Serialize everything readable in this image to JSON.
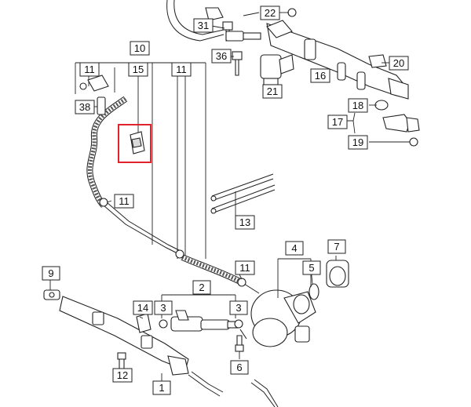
{
  "callouts": {
    "c1": "1",
    "c2": "2",
    "c3a": "3",
    "c3b": "3",
    "c4": "4",
    "c5": "5",
    "c6": "6",
    "c7": "7",
    "c9": "9",
    "c10": "10",
    "c11a": "11",
    "c11b": "11",
    "c11c": "11",
    "c11d": "11",
    "c12": "12",
    "c13": "13",
    "c14": "14",
    "c15": "15",
    "c16": "16",
    "c17": "17",
    "c18": "18",
    "c19": "19",
    "c20": "20",
    "c21": "21",
    "c22": "22",
    "c31": "31",
    "c36": "36",
    "c38": "38"
  },
  "highlight_color": "#e0222a"
}
